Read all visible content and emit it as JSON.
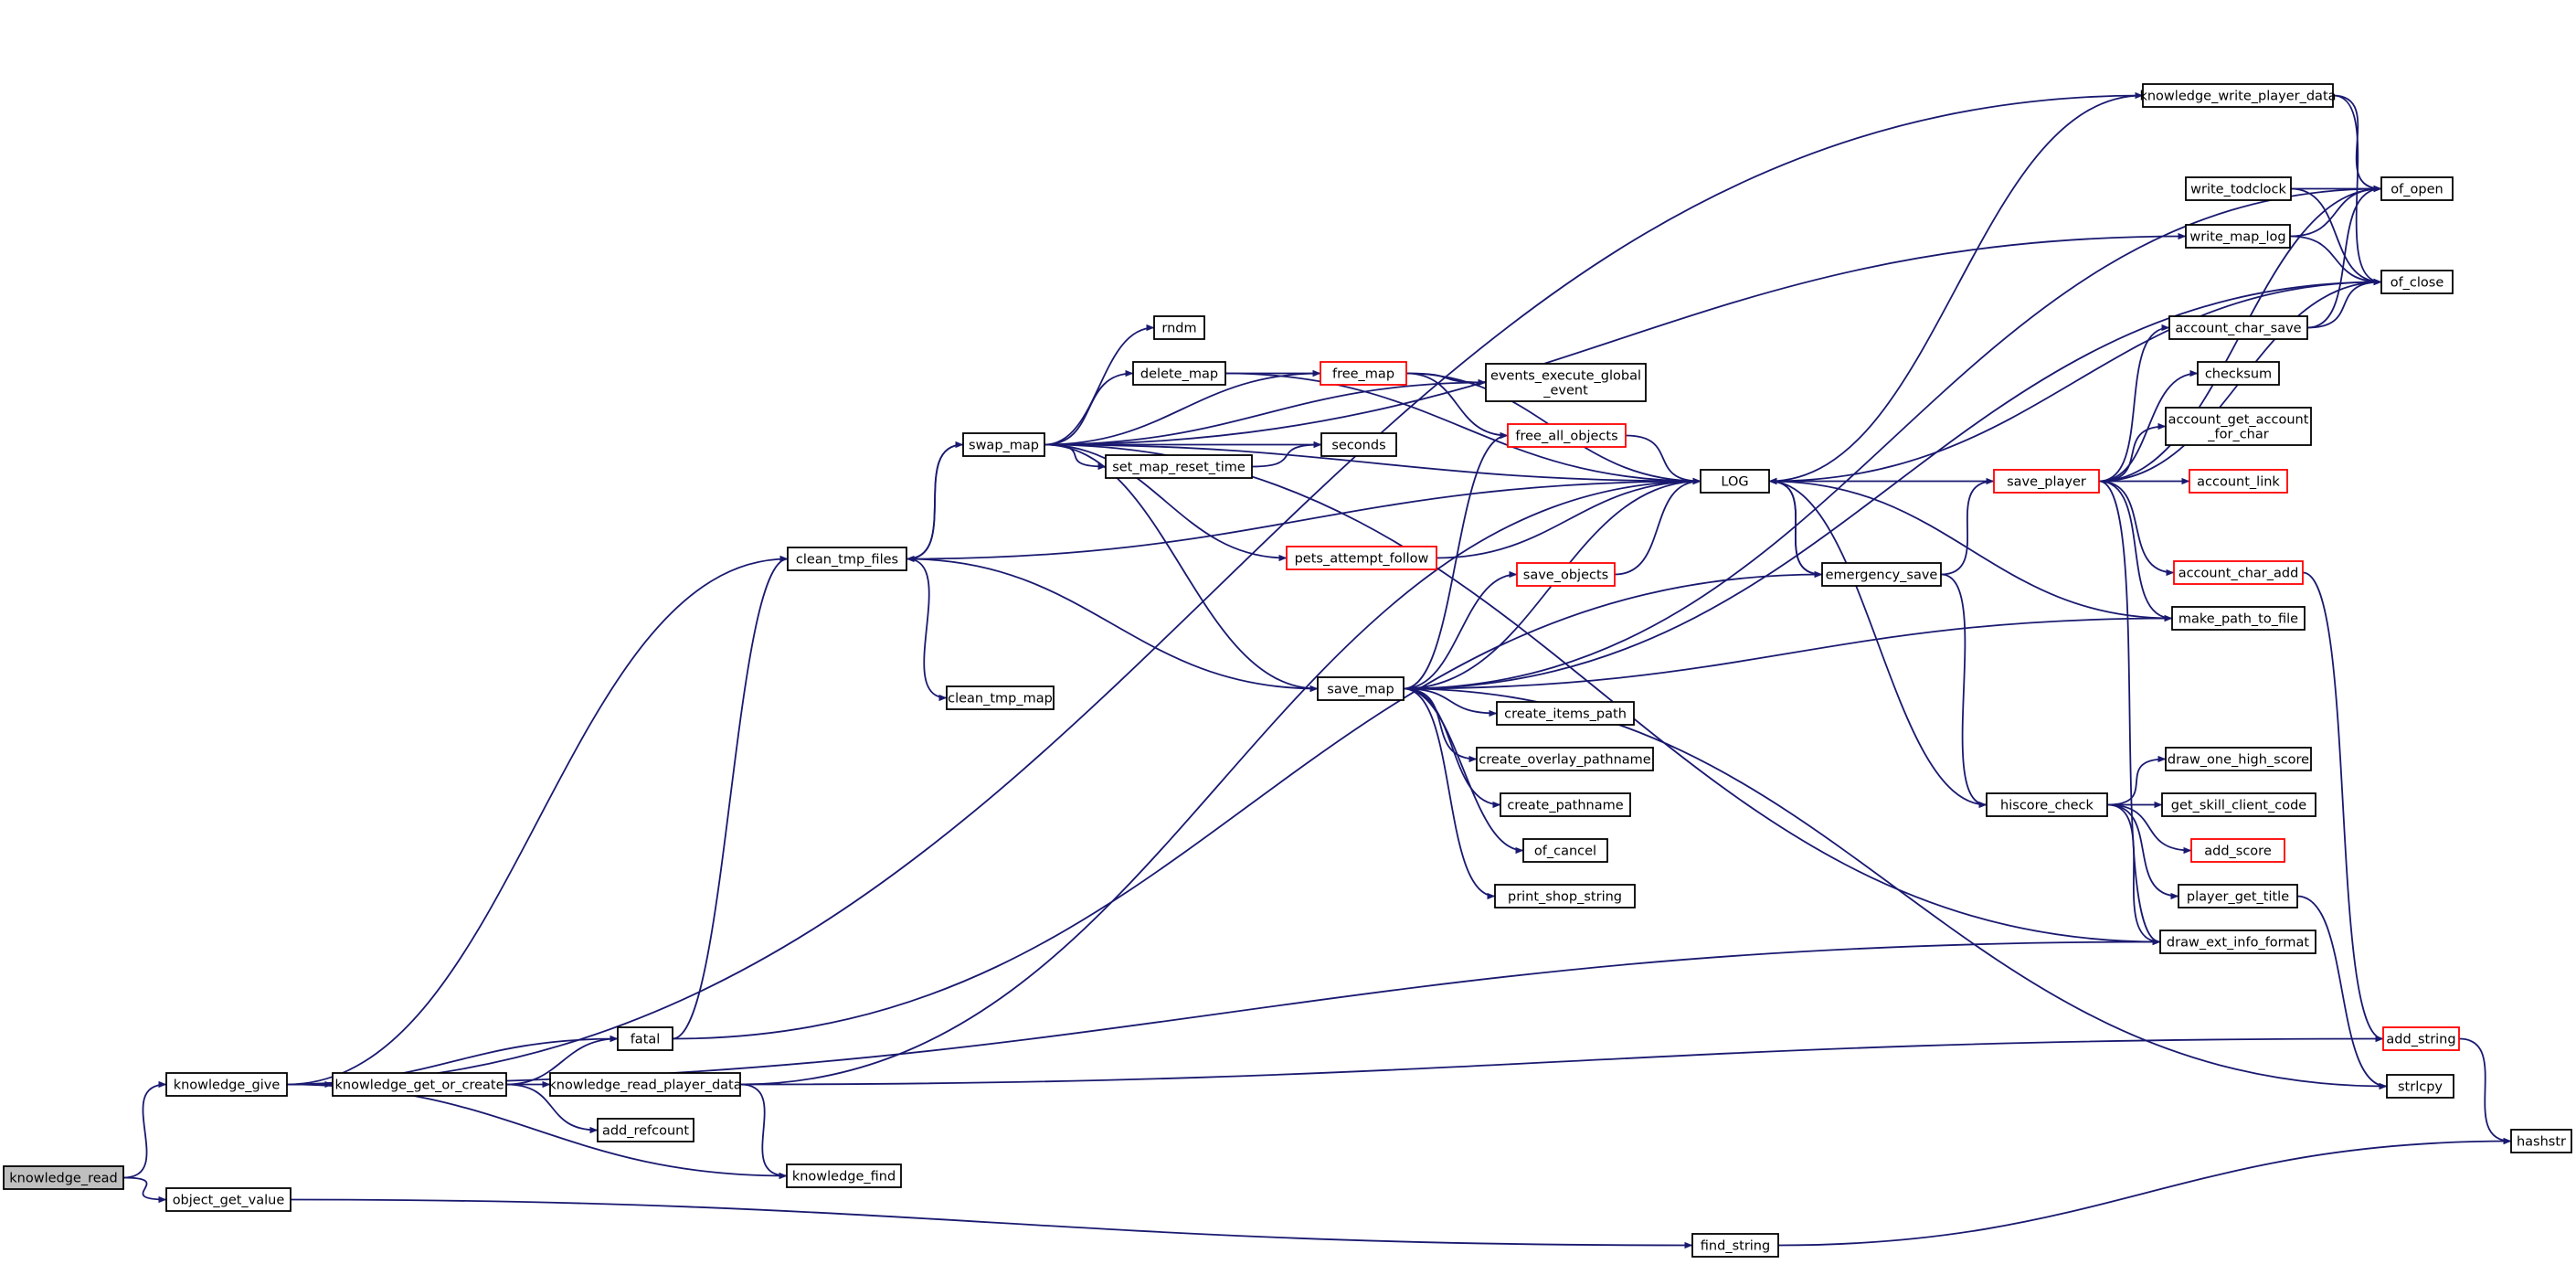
{
  "colors": {
    "edge": "#191970",
    "node_border": "#000000",
    "red_border": "#ff0000",
    "node_fill": "#ffffff",
    "highlight_fill": "#bfbfbf"
  },
  "nodes": [
    {
      "id": "knowledge_read",
      "label": [
        "knowledge_read"
      ],
      "style": "highlight"
    },
    {
      "id": "knowledge_give",
      "label": [
        "knowledge_give"
      ],
      "style": "normal"
    },
    {
      "id": "object_get_value",
      "label": [
        "object_get_value"
      ],
      "style": "normal"
    },
    {
      "id": "fatal",
      "label": [
        "fatal"
      ],
      "style": "normal"
    },
    {
      "id": "knowledge_get_or_create",
      "label": [
        "knowledge_get_or_create"
      ],
      "style": "normal"
    },
    {
      "id": "knowledge_read_player_data",
      "label": [
        "knowledge_read_player_data"
      ],
      "style": "normal"
    },
    {
      "id": "add_refcount",
      "label": [
        "add_refcount"
      ],
      "style": "normal"
    },
    {
      "id": "knowledge_find",
      "label": [
        "knowledge_find"
      ],
      "style": "normal"
    },
    {
      "id": "clean_tmp_files",
      "label": [
        "clean_tmp_files"
      ],
      "style": "normal"
    },
    {
      "id": "clean_tmp_map",
      "label": [
        "clean_tmp_map"
      ],
      "style": "normal"
    },
    {
      "id": "swap_map",
      "label": [
        "swap_map"
      ],
      "style": "normal"
    },
    {
      "id": "rndm",
      "label": [
        "rndm"
      ],
      "style": "normal"
    },
    {
      "id": "delete_map",
      "label": [
        "delete_map"
      ],
      "style": "normal"
    },
    {
      "id": "set_map_reset_time",
      "label": [
        "set_map_reset_time"
      ],
      "style": "normal"
    },
    {
      "id": "free_map",
      "label": [
        "free_map"
      ],
      "style": "red"
    },
    {
      "id": "pets_attempt_follow",
      "label": [
        "pets_attempt_follow"
      ],
      "style": "red"
    },
    {
      "id": "events_execute_global_event",
      "label": [
        "events_execute_global",
        "_event"
      ],
      "style": "normal"
    },
    {
      "id": "seconds",
      "label": [
        "seconds"
      ],
      "style": "normal"
    },
    {
      "id": "free_all_objects",
      "label": [
        "free_all_objects"
      ],
      "style": "red"
    },
    {
      "id": "save_objects",
      "label": [
        "save_objects"
      ],
      "style": "red"
    },
    {
      "id": "save_map",
      "label": [
        "save_map"
      ],
      "style": "normal"
    },
    {
      "id": "create_items_path",
      "label": [
        "create_items_path"
      ],
      "style": "normal"
    },
    {
      "id": "create_overlay_pathname",
      "label": [
        "create_overlay_pathname"
      ],
      "style": "normal"
    },
    {
      "id": "create_pathname",
      "label": [
        "create_pathname"
      ],
      "style": "normal"
    },
    {
      "id": "of_cancel",
      "label": [
        "of_cancel"
      ],
      "style": "normal"
    },
    {
      "id": "print_shop_string",
      "label": [
        "print_shop_string"
      ],
      "style": "normal"
    },
    {
      "id": "LOG",
      "label": [
        "LOG"
      ],
      "style": "normal"
    },
    {
      "id": "emergency_save",
      "label": [
        "emergency_save"
      ],
      "style": "normal"
    },
    {
      "id": "save_player",
      "label": [
        "save_player"
      ],
      "style": "red"
    },
    {
      "id": "hiscore_check",
      "label": [
        "hiscore_check"
      ],
      "style": "normal"
    },
    {
      "id": "find_string",
      "label": [
        "find_string"
      ],
      "style": "normal"
    },
    {
      "id": "knowledge_write_player_data",
      "label": [
        "knowledge_write_player_data"
      ],
      "style": "normal"
    },
    {
      "id": "write_todclock",
      "label": [
        "write_todclock"
      ],
      "style": "normal"
    },
    {
      "id": "write_map_log",
      "label": [
        "write_map_log"
      ],
      "style": "normal"
    },
    {
      "id": "account_char_save",
      "label": [
        "account_char_save"
      ],
      "style": "normal"
    },
    {
      "id": "checksum",
      "label": [
        "checksum"
      ],
      "style": "normal"
    },
    {
      "id": "account_get_account_for_char",
      "label": [
        "account_get_account",
        "_for_char"
      ],
      "style": "normal"
    },
    {
      "id": "account_link",
      "label": [
        "account_link"
      ],
      "style": "red"
    },
    {
      "id": "account_char_add",
      "label": [
        "account_char_add"
      ],
      "style": "red"
    },
    {
      "id": "make_path_to_file",
      "label": [
        "make_path_to_file"
      ],
      "style": "normal"
    },
    {
      "id": "draw_one_high_score",
      "label": [
        "draw_one_high_score"
      ],
      "style": "normal"
    },
    {
      "id": "get_skill_client_code",
      "label": [
        "get_skill_client_code"
      ],
      "style": "normal"
    },
    {
      "id": "add_score",
      "label": [
        "add_score"
      ],
      "style": "red"
    },
    {
      "id": "player_get_title",
      "label": [
        "player_get_title"
      ],
      "style": "normal"
    },
    {
      "id": "draw_ext_info_format",
      "label": [
        "draw_ext_info_format"
      ],
      "style": "normal"
    },
    {
      "id": "of_open",
      "label": [
        "of_open"
      ],
      "style": "normal"
    },
    {
      "id": "of_close",
      "label": [
        "of_close"
      ],
      "style": "normal"
    },
    {
      "id": "add_string",
      "label": [
        "add_string"
      ],
      "style": "red"
    },
    {
      "id": "strlcpy",
      "label": [
        "strlcpy"
      ],
      "style": "normal"
    },
    {
      "id": "hashstr",
      "label": [
        "hashstr"
      ],
      "style": "normal"
    }
  ],
  "edges": [
    [
      "knowledge_read",
      "knowledge_give"
    ],
    [
      "knowledge_read",
      "object_get_value"
    ],
    [
      "knowledge_give",
      "fatal"
    ],
    [
      "knowledge_give",
      "knowledge_get_or_create"
    ],
    [
      "knowledge_give",
      "knowledge_find"
    ],
    [
      "knowledge_give",
      "clean_tmp_files"
    ],
    [
      "knowledge_give",
      "knowledge_write_player_data"
    ],
    [
      "knowledge_give",
      "draw_ext_info_format"
    ],
    [
      "knowledge_get_or_create",
      "fatal"
    ],
    [
      "knowledge_get_or_create",
      "knowledge_read_player_data"
    ],
    [
      "knowledge_get_or_create",
      "add_refcount"
    ],
    [
      "knowledge_read_player_data",
      "knowledge_find"
    ],
    [
      "knowledge_read_player_data",
      "LOG"
    ],
    [
      "knowledge_read_player_data",
      "add_string"
    ],
    [
      "object_get_value",
      "find_string"
    ],
    [
      "find_string",
      "hashstr"
    ],
    [
      "fatal",
      "clean_tmp_files"
    ],
    [
      "fatal",
      "emergency_save"
    ],
    [
      "clean_tmp_files",
      "swap_map"
    ],
    [
      "clean_tmp_files",
      "clean_tmp_map"
    ],
    [
      "clean_tmp_files",
      "save_map"
    ],
    [
      "clean_tmp_files",
      "LOG"
    ],
    [
      "swap_map",
      "rndm"
    ],
    [
      "swap_map",
      "delete_map"
    ],
    [
      "swap_map",
      "set_map_reset_time"
    ],
    [
      "swap_map",
      "seconds"
    ],
    [
      "swap_map",
      "free_map"
    ],
    [
      "swap_map",
      "pets_attempt_follow"
    ],
    [
      "swap_map",
      "save_map"
    ],
    [
      "swap_map",
      "LOG"
    ],
    [
      "swap_map",
      "events_execute_global_event"
    ],
    [
      "swap_map",
      "write_map_log"
    ],
    [
      "swap_map",
      "draw_ext_info_format"
    ],
    [
      "swap_map",
      "clean_tmp_files"
    ],
    [
      "delete_map",
      "free_map"
    ],
    [
      "delete_map",
      "LOG"
    ],
    [
      "set_map_reset_time",
      "seconds"
    ],
    [
      "free_map",
      "events_execute_global_event"
    ],
    [
      "free_map",
      "free_all_objects"
    ],
    [
      "free_map",
      "LOG"
    ],
    [
      "free_all_objects",
      "LOG"
    ],
    [
      "pets_attempt_follow",
      "LOG"
    ],
    [
      "save_map",
      "save_objects"
    ],
    [
      "save_map",
      "free_all_objects"
    ],
    [
      "save_map",
      "LOG"
    ],
    [
      "save_map",
      "create_items_path"
    ],
    [
      "save_map",
      "create_overlay_pathname"
    ],
    [
      "save_map",
      "create_pathname"
    ],
    [
      "save_map",
      "of_cancel"
    ],
    [
      "save_map",
      "print_shop_string"
    ],
    [
      "save_map",
      "make_path_to_file"
    ],
    [
      "save_map",
      "of_close"
    ],
    [
      "save_map",
      "of_open"
    ],
    [
      "save_map",
      "strlcpy"
    ],
    [
      "save_objects",
      "LOG"
    ],
    [
      "LOG",
      "emergency_save"
    ],
    [
      "emergency_save",
      "LOG"
    ],
    [
      "emergency_save",
      "save_player"
    ],
    [
      "emergency_save",
      "hiscore_check"
    ],
    [
      "save_player",
      "LOG"
    ],
    [
      "save_player",
      "account_char_save"
    ],
    [
      "save_player",
      "checksum"
    ],
    [
      "save_player",
      "account_get_account_for_char"
    ],
    [
      "save_player",
      "account_link"
    ],
    [
      "save_player",
      "account_char_add"
    ],
    [
      "save_player",
      "make_path_to_file"
    ],
    [
      "save_player",
      "of_open"
    ],
    [
      "save_player",
      "of_close"
    ],
    [
      "save_player",
      "draw_ext_info_format"
    ],
    [
      "hiscore_check",
      "LOG"
    ],
    [
      "hiscore_check",
      "draw_one_high_score"
    ],
    [
      "hiscore_check",
      "get_skill_client_code"
    ],
    [
      "hiscore_check",
      "add_score"
    ],
    [
      "hiscore_check",
      "player_get_title"
    ],
    [
      "hiscore_check",
      "draw_ext_info_format"
    ],
    [
      "make_path_to_file",
      "LOG"
    ],
    [
      "knowledge_write_player_data",
      "of_open"
    ],
    [
      "knowledge_write_player_data",
      "of_close"
    ],
    [
      "knowledge_write_player_data",
      "LOG"
    ],
    [
      "write_todclock",
      "of_open"
    ],
    [
      "write_todclock",
      "of_close"
    ],
    [
      "write_map_log",
      "of_open"
    ],
    [
      "write_map_log",
      "of_close"
    ],
    [
      "account_char_save",
      "of_open"
    ],
    [
      "account_char_save",
      "of_close"
    ],
    [
      "of_close",
      "LOG"
    ],
    [
      "account_char_add",
      "add_string"
    ],
    [
      "player_get_title",
      "strlcpy"
    ],
    [
      "add_string",
      "hashstr"
    ]
  ]
}
